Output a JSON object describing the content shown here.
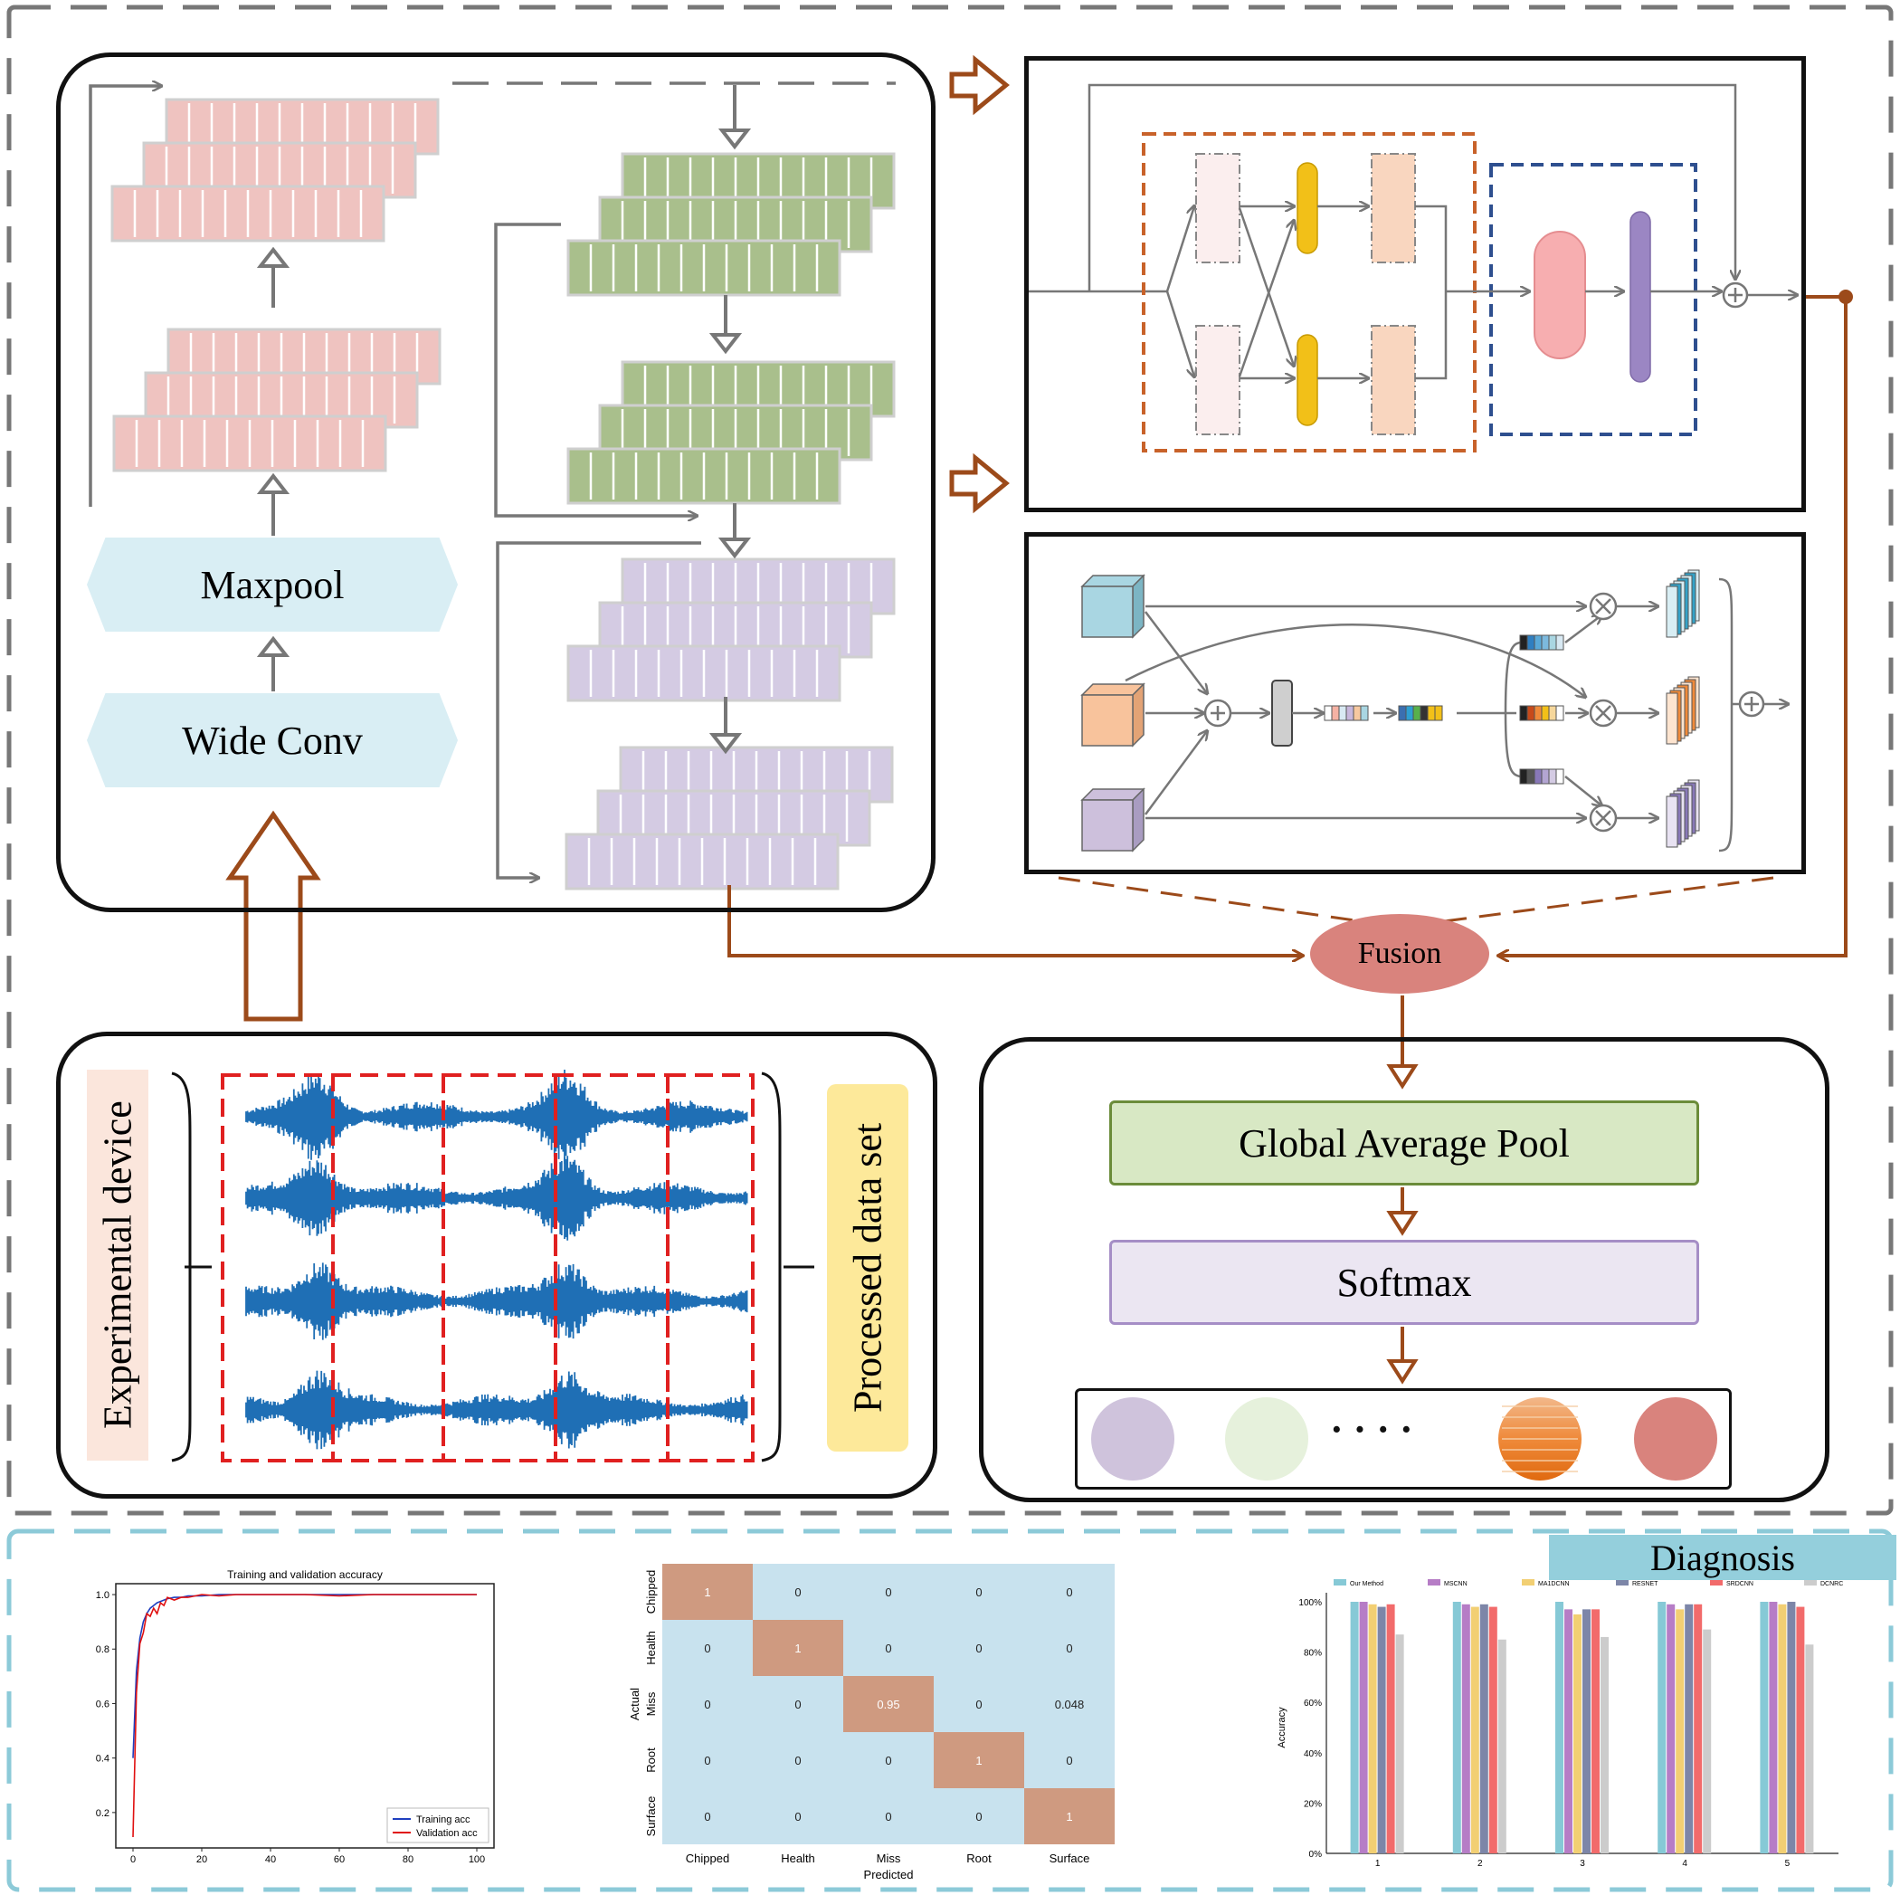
{
  "encoder": {
    "wide_conv": "Wide Conv",
    "maxpool": "Maxpool"
  },
  "input": {
    "experimental_device": "Experimental device",
    "processed_data_set": "Processed data set"
  },
  "fusion": {
    "label": "Fusion"
  },
  "head": {
    "gap": "Global Average Pool",
    "softmax": "Softmax",
    "ellipsis": "·  ·  ·  ·"
  },
  "diagnosis": {
    "title": "Diagnosis"
  },
  "colors": {
    "brown_arrow": "#9c4a1a",
    "pink_block": "#efc3c0",
    "green_block": "#a9bf8c",
    "purple_block": "#d4cbe3",
    "light_blue": "#d9eef4",
    "signal_blue": "#1f6fb5",
    "fusion": "#d9837d",
    "gap_fill": "#d8e8c4",
    "softmax_fill": "#ebe6f2",
    "diagnosis_bg": "#94cfdc",
    "dashed_outer": "#777777",
    "dashed_bottom": "#8ccad8"
  },
  "chart_data": [
    {
      "type": "line",
      "title": "Training and validation accuracy",
      "x": [
        0,
        1,
        2,
        3,
        4,
        5,
        6,
        7,
        8,
        9,
        10,
        12,
        14,
        16,
        20,
        25,
        30,
        40,
        50,
        60,
        70,
        80,
        90,
        100
      ],
      "series": [
        {
          "name": "Training acc",
          "values": [
            0.4,
            0.72,
            0.84,
            0.9,
            0.93,
            0.95,
            0.96,
            0.97,
            0.975,
            0.98,
            0.985,
            0.99,
            0.99,
            0.995,
            0.995,
            1.0,
            1.0,
            1.0,
            1.0,
            1.0,
            1.0,
            1.0,
            1.0,
            1.0
          ]
        },
        {
          "name": "Validation acc",
          "values": [
            0.11,
            0.64,
            0.82,
            0.86,
            0.93,
            0.92,
            0.95,
            0.93,
            0.97,
            0.96,
            0.99,
            0.98,
            0.99,
            0.99,
            1.0,
            0.995,
            1.0,
            1.0,
            1.0,
            0.995,
            1.0,
            1.0,
            1.0,
            1.0
          ]
        }
      ],
      "xticks": [
        "0",
        "20",
        "40",
        "60",
        "80",
        "100"
      ],
      "yticks": [
        "0.2",
        "0.4",
        "0.6",
        "0.8",
        "1.0"
      ],
      "xlim": [
        -5,
        105
      ],
      "ylim": [
        0.07,
        1.04
      ],
      "legend": "bottom-right"
    },
    {
      "type": "heatmap",
      "rows": [
        "Chipped",
        "Health",
        "Miss",
        "Root",
        "Surface"
      ],
      "cols": [
        "Chipped",
        "Health",
        "Miss",
        "Root",
        "Surface"
      ],
      "values": [
        [
          "1",
          "0",
          "0",
          "0",
          "0"
        ],
        [
          "0",
          "1",
          "0",
          "0",
          "0"
        ],
        [
          "0",
          "0",
          "0.95",
          "0",
          "0.048"
        ],
        [
          "0",
          "0",
          "0",
          "1",
          "0"
        ],
        [
          "0",
          "0",
          "0",
          "0",
          "1"
        ]
      ],
      "xlabel": "Predicted",
      "ylabel": "Actual"
    },
    {
      "type": "bar",
      "categories": [
        "1",
        "2",
        "3",
        "4",
        "5"
      ],
      "series": [
        {
          "name": "Our Method",
          "color": "#86c9d6",
          "values": [
            100,
            100,
            100,
            100,
            100
          ]
        },
        {
          "name": "MSCNN",
          "color": "#b67dc6",
          "values": [
            100,
            99,
            97,
            99,
            100
          ]
        },
        {
          "name": "MA1DCNN",
          "color": "#f2cf73",
          "values": [
            99,
            98,
            95,
            97,
            99
          ]
        },
        {
          "name": "RESNET",
          "color": "#7d86a8",
          "values": [
            98,
            99,
            97,
            99,
            100
          ]
        },
        {
          "name": "SRDCNN",
          "color": "#f26b6b",
          "values": [
            99,
            98,
            97,
            99,
            98
          ]
        },
        {
          "name": "DCNRC",
          "color": "#cccccc",
          "values": [
            87,
            85,
            86,
            89,
            83
          ]
        }
      ],
      "ylabel": "Accuracy",
      "yticks": [
        "0%",
        "20%",
        "40%",
        "60%",
        "80%",
        "100%"
      ],
      "ylim": [
        0,
        100
      ],
      "legend": "top"
    }
  ]
}
